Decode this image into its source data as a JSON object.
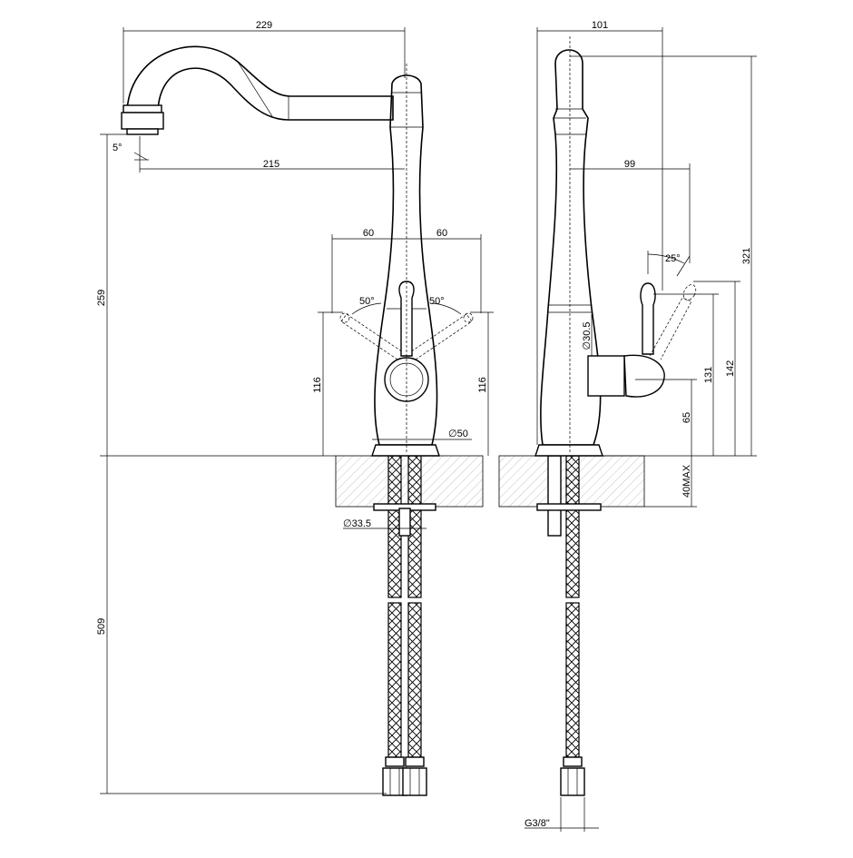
{
  "drawing": {
    "front_view": {
      "spout_reach_total": "229",
      "spout_reach_axis": "215",
      "spout_angle": "5°",
      "spout_height": "259",
      "handle_offset_left": "60",
      "handle_offset_right": "60",
      "handle_angle_left": "50°",
      "handle_angle_right": "50°",
      "handle_height_left": "116",
      "handle_height_right": "116",
      "base_diameter": "∅50",
      "hole_diameter": "∅33.5",
      "hose_length": "509"
    },
    "side_view": {
      "total_depth": "101",
      "spout_depth": "99",
      "total_height": "321",
      "lever_angle": "25°",
      "body_diameter": "∅30.5",
      "height_65": "65",
      "height_131": "131",
      "height_142": "142",
      "deck_thickness": "40MAX",
      "connection": "G3/8\""
    }
  }
}
